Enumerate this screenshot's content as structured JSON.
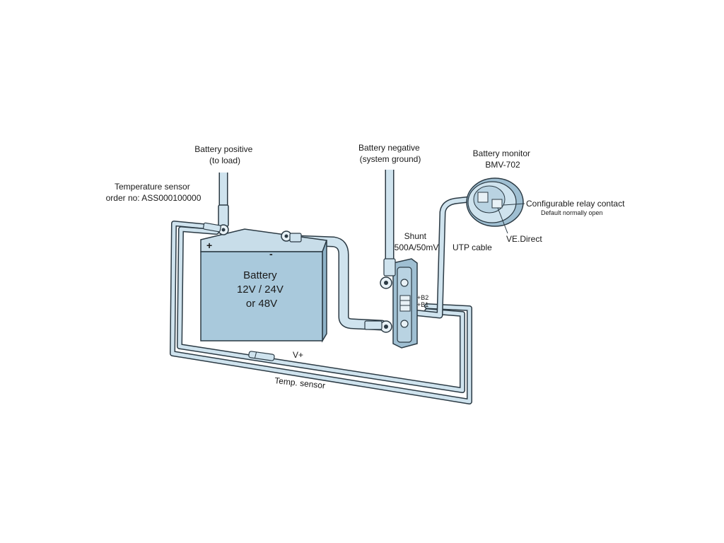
{
  "labels": {
    "battery_positive": [
      "Battery positive",
      "(to load)"
    ],
    "battery_negative": [
      "Battery negative",
      "(system ground)"
    ],
    "battery_monitor": [
      "Battery monitor",
      "BMV-702"
    ],
    "temperature_sensor": [
      "Temperature sensor",
      "order no: ASS000100000"
    ],
    "shunt": [
      "Shunt",
      "500A/50mV"
    ],
    "relay_contact": "Configurable relay contact",
    "relay_note": "Default normally open",
    "ve_direct": "VE.Direct",
    "utp_cable": "UTP cable",
    "b2": "+B2",
    "b1": "+B1",
    "v_plus": "V+",
    "temp_sensor_wire": "Temp. sensor"
  },
  "battery": {
    "lines": [
      "Battery",
      "12V  / 24V",
      "or 48V"
    ],
    "positive_terminal": "+",
    "negative_terminal": "-"
  },
  "colors": {
    "cable_fill": "#cfe3ee",
    "cable_stroke": "#2b3a44",
    "battery_front": "#a9c9dc",
    "battery_top": "#c8dde9",
    "battery_side": "#8fb3c8",
    "shunt_body": "#9fbfd2"
  }
}
